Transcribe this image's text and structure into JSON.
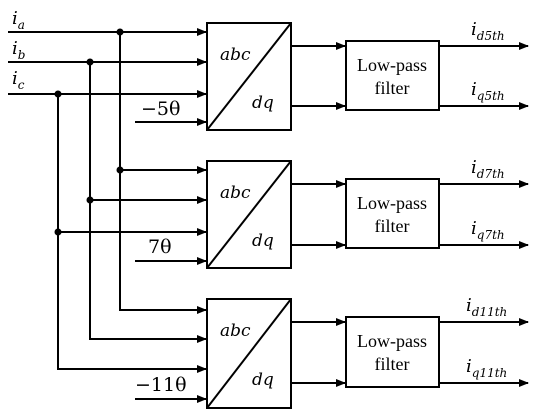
{
  "inputs": [
    {
      "symbol": "i",
      "subscript": "a"
    },
    {
      "symbol": "i",
      "subscript": "b"
    },
    {
      "symbol": "i",
      "subscript": "c"
    }
  ],
  "stages": [
    {
      "angle": "−5θ",
      "block_top": "abc",
      "block_bottom": "dq",
      "filter_line1": "Low-pass",
      "filter_line2": "filter",
      "out_d": {
        "symbol": "i",
        "subscript": "d5th"
      },
      "out_q": {
        "symbol": "i",
        "subscript": "q5th"
      }
    },
    {
      "angle": "7θ",
      "block_top": "abc",
      "block_bottom": "dq",
      "filter_line1": "Low-pass",
      "filter_line2": "filter",
      "out_d": {
        "symbol": "i",
        "subscript": "d7th"
      },
      "out_q": {
        "symbol": "i",
        "subscript": "q7th"
      }
    },
    {
      "angle": "−11θ",
      "block_top": "abc",
      "block_bottom": "dq",
      "filter_line1": "Low-pass",
      "filter_line2": "filter",
      "out_d": {
        "symbol": "i",
        "subscript": "d11th"
      },
      "out_q": {
        "symbol": "i",
        "subscript": "q11th"
      }
    }
  ]
}
